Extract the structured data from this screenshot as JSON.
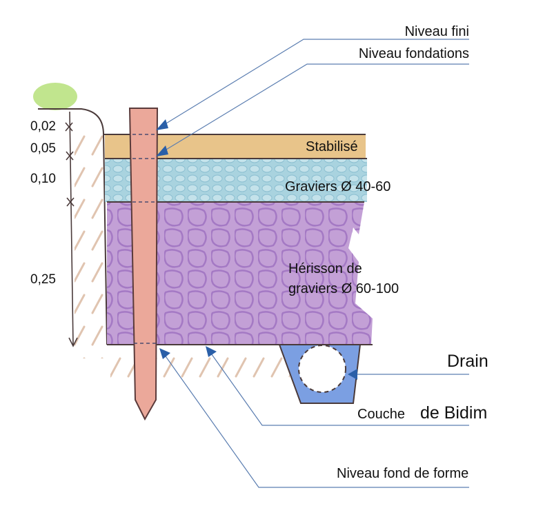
{
  "title_labels": {
    "niveau_fini": "Niveau fini",
    "niveau_fondations": "Niveau fondations",
    "niveau_fond_forme": "Niveau fond de forme",
    "drain": "Drain",
    "couche_prefix": "Couche",
    "couche_suffix": "de Bidim"
  },
  "layers": {
    "stabilise": "Stabilisé",
    "graviers": "Graviers Ø 40-60",
    "herisson_line1": "Hérisson de",
    "herisson_line2": "graviers Ø 60-100"
  },
  "dimensions": [
    "0,02",
    "0,05",
    "0,10",
    "0,25"
  ],
  "colors": {
    "stabilise": "#e8c48a",
    "graviers": "#a9d3df",
    "herisson": "#c3a0d6",
    "drain": "#7b9fe2",
    "stake": "#eba89a",
    "grass": "#b6e07a",
    "leader": "#5a7db0"
  }
}
